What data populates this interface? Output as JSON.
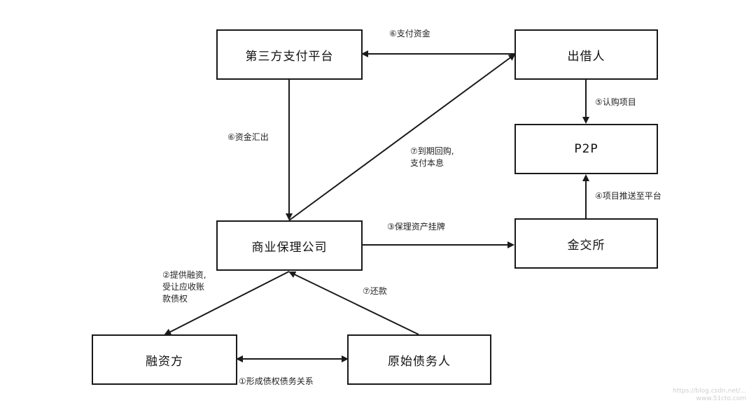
{
  "nodes": {
    "third_party_payment": "第三方支付平台",
    "lender": "出借人",
    "p2p": "P2P",
    "factoring_company": "商业保理公司",
    "exchange": "金交所",
    "financing_party": "融资方",
    "original_debtor": "原始债务人"
  },
  "edges": {
    "e1": "①形成债权债务关系",
    "e2": "②提供融资,\n受让应收账\n款债权",
    "e3": "③保理资产挂牌",
    "e4": "④项目推送至平台",
    "e5": "⑤认购项目",
    "e6a": "⑥支付资金",
    "e6b": "⑥资金汇出",
    "e7a": "⑦到期回购,\n支付本息",
    "e7b": "⑦还款"
  },
  "watermark": "https://blog.csdn.net/...\nwww.51cto.com"
}
